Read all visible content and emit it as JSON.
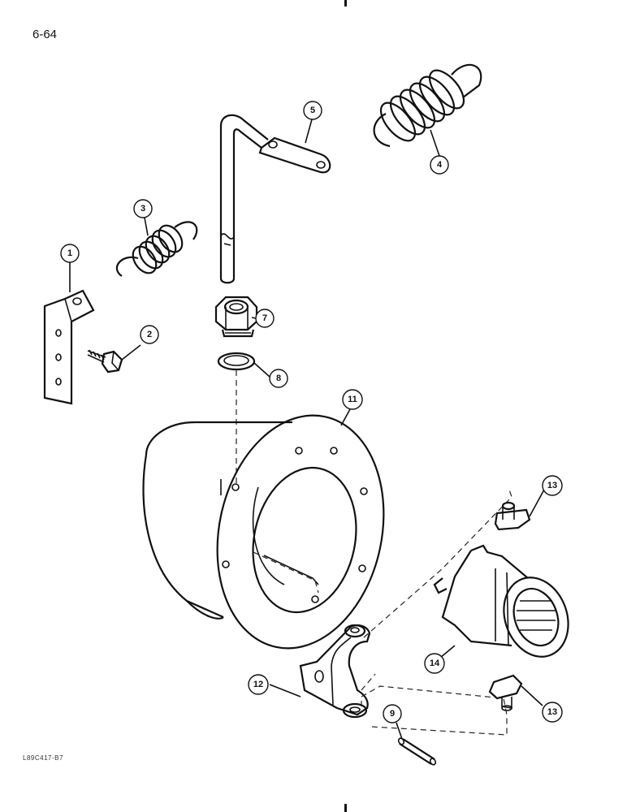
{
  "page": {
    "number": "6-64",
    "figure_code": "L89C417-B7"
  },
  "callouts": {
    "c1": "1",
    "c2": "2",
    "c3": "3",
    "c4": "4",
    "c5": "5",
    "c7": "7",
    "c8": "8",
    "c9": "9",
    "c11": "11",
    "c12": "12",
    "c13a": "13",
    "c13b": "13",
    "c14": "14"
  }
}
